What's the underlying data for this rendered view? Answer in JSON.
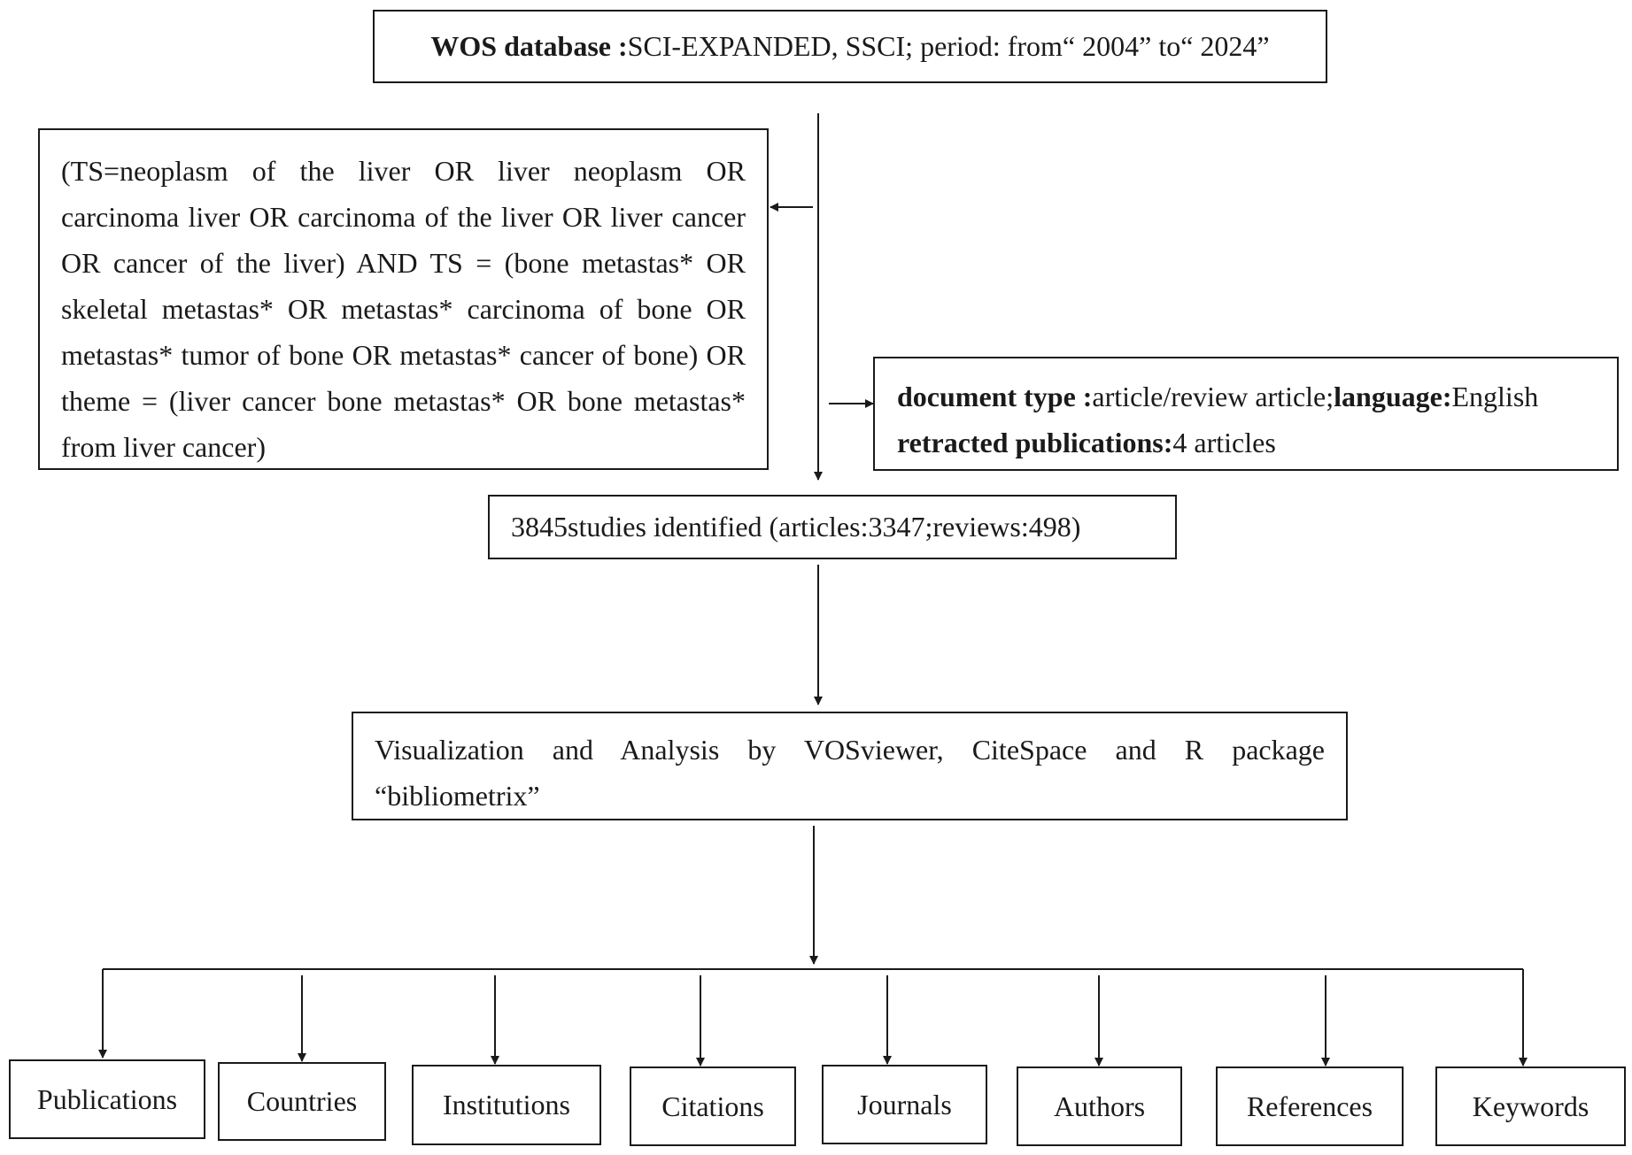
{
  "source": {
    "label": "WOS database :",
    "text": " SCI-EXPANDED, SSCI; period: from“ 2004” to“ 2024”"
  },
  "query": {
    "text": "(TS=neoplasm of the liver OR liver neoplasm OR carcinoma liver OR carcinoma of the liver OR liver cancer OR cancer of the liver) AND TS = (bone metastas* OR skeletal metastas* OR metastas* carcinoma of bone OR metastas* tumor of bone OR metastas* cancer of bone) OR theme = (liver cancer bone metastas* OR bone metastas* from liver cancer)"
  },
  "filters": {
    "doc_type_label": "document type :",
    "doc_type_value": "article/review article;",
    "language_label": "language:",
    "language_value": "English",
    "retracted_label": "retracted publications:",
    "retracted_value": "4 articles"
  },
  "identified": {
    "text": "3845studies identified (articles:3347;reviews:498)"
  },
  "analysis": {
    "text": "Visualization and Analysis by VOSviewer, CiteSpace and R package “bibliometrix”"
  },
  "outputs": [
    "Publications",
    "Countries",
    "Institutions",
    "Citations",
    "Journals",
    "Authors",
    "References",
    "Keywords"
  ]
}
